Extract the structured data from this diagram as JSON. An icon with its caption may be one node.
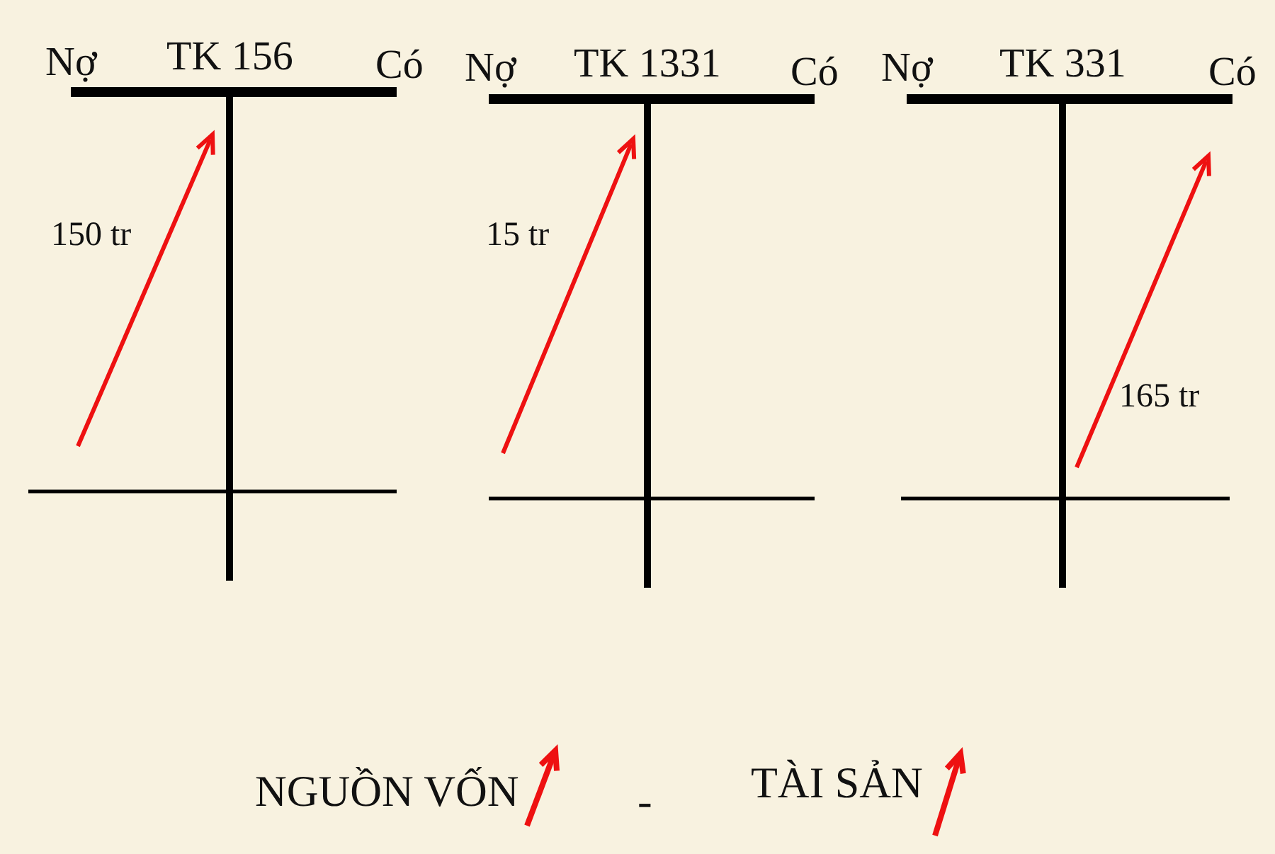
{
  "diagram": {
    "nodes": [
      {
        "text": [
          "Nợ",
          "TK 156",
          "Có",
          "150 tr"
        ]
      },
      {
        "text": [
          "Nợ",
          "TK 1331",
          "Có",
          "15 tr"
        ]
      },
      {
        "text": [
          "Nợ",
          "TK 331",
          "Có",
          "165 tr"
        ]
      }
    ],
    "labels": [
      "NGUỒN VỐN",
      "-",
      "TÀI SẢN"
    ]
  }
}
